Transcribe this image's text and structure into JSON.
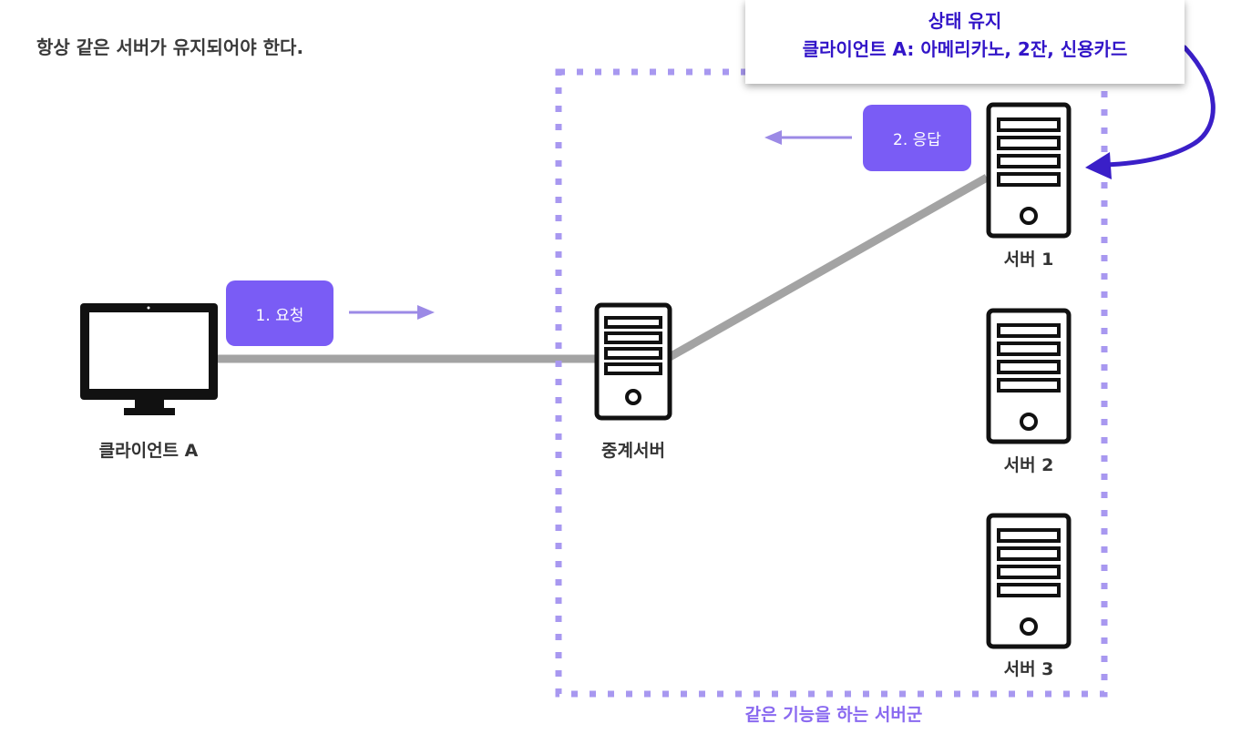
{
  "title": "항상 같은 서버가 유지되어야 한다.",
  "client": {
    "label": "클라이언트 A"
  },
  "proxy": {
    "label": "중계서버"
  },
  "servers": [
    {
      "label": "서버 1"
    },
    {
      "label": "서버 2"
    },
    {
      "label": "서버 3"
    }
  ],
  "steps": {
    "request": "1. 요청",
    "response": "2. 응답"
  },
  "state_note": {
    "heading": "상태 유지",
    "detail": "클라이언트 A: 아메리카노, 2잔, 신용카드"
  },
  "group_caption": "같은 기능을 하는 서버군",
  "colors": {
    "accent": "#7a5cf5",
    "arrow_light": "#9c8ae6",
    "dotted_border": "#a898f0",
    "connector": "#a3a3a3",
    "state_text": "#3215c8",
    "curved_arrow": "#3a1fc8"
  },
  "icons": [
    "monitor-icon",
    "server-icon",
    "arrow-right-icon",
    "arrow-left-icon",
    "curved-arrow-icon"
  ]
}
